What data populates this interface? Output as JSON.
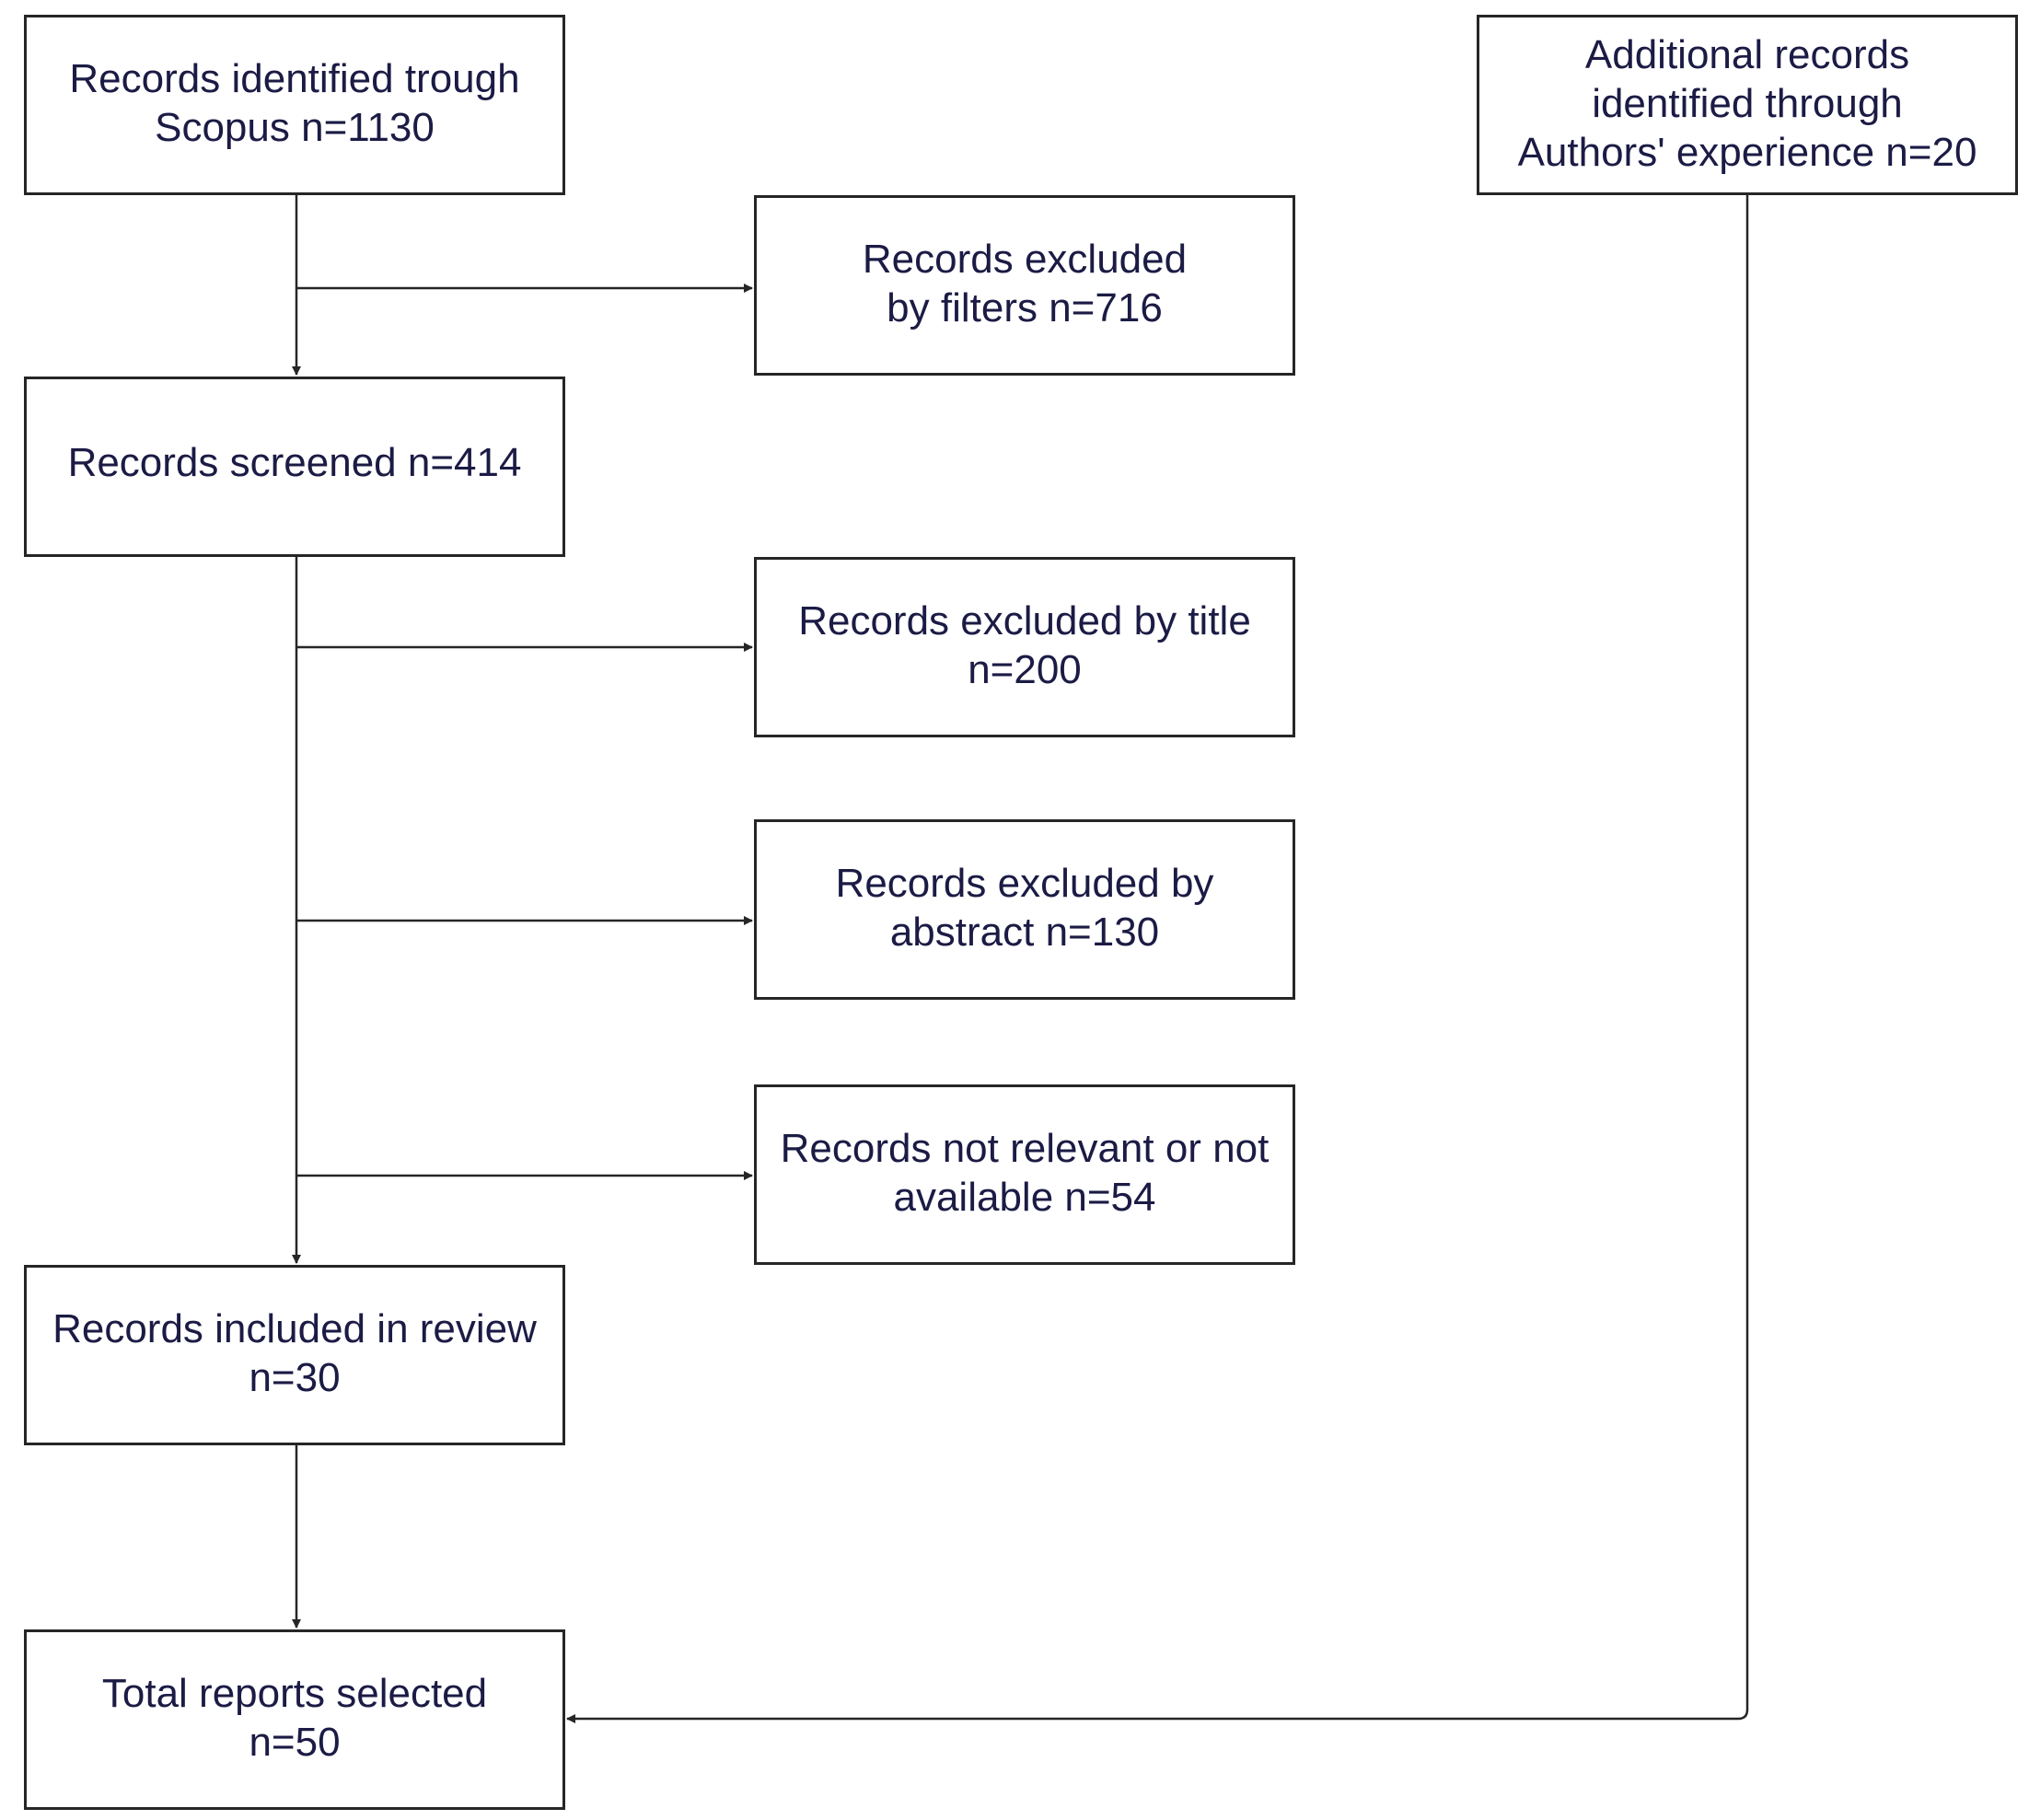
{
  "diagram": {
    "boxes": {
      "identified": {
        "lines": [
          "Records identified trough",
          "Scopus n=1130"
        ]
      },
      "additional": {
        "lines": [
          "Additional records",
          "identified through",
          "Authors' experience n=20"
        ]
      },
      "excluded_filters": {
        "lines": [
          "Records excluded",
          "by filters n=716"
        ]
      },
      "screened": {
        "lines": [
          "Records screened n=414"
        ]
      },
      "excluded_title": {
        "lines": [
          "Records excluded by title",
          "n=200"
        ]
      },
      "excluded_abstract": {
        "lines": [
          "Records excluded by",
          "abstract n=130"
        ]
      },
      "not_relevant": {
        "lines": [
          "Records not relevant or not",
          "available n=54"
        ]
      },
      "included": {
        "lines": [
          "Records included in review",
          "n=30"
        ]
      },
      "total": {
        "lines": [
          "Total reports selected",
          "n=50"
        ]
      }
    },
    "colors": {
      "stroke": "#262626",
      "text": "#1b1b45",
      "background": "#ffffff"
    }
  }
}
